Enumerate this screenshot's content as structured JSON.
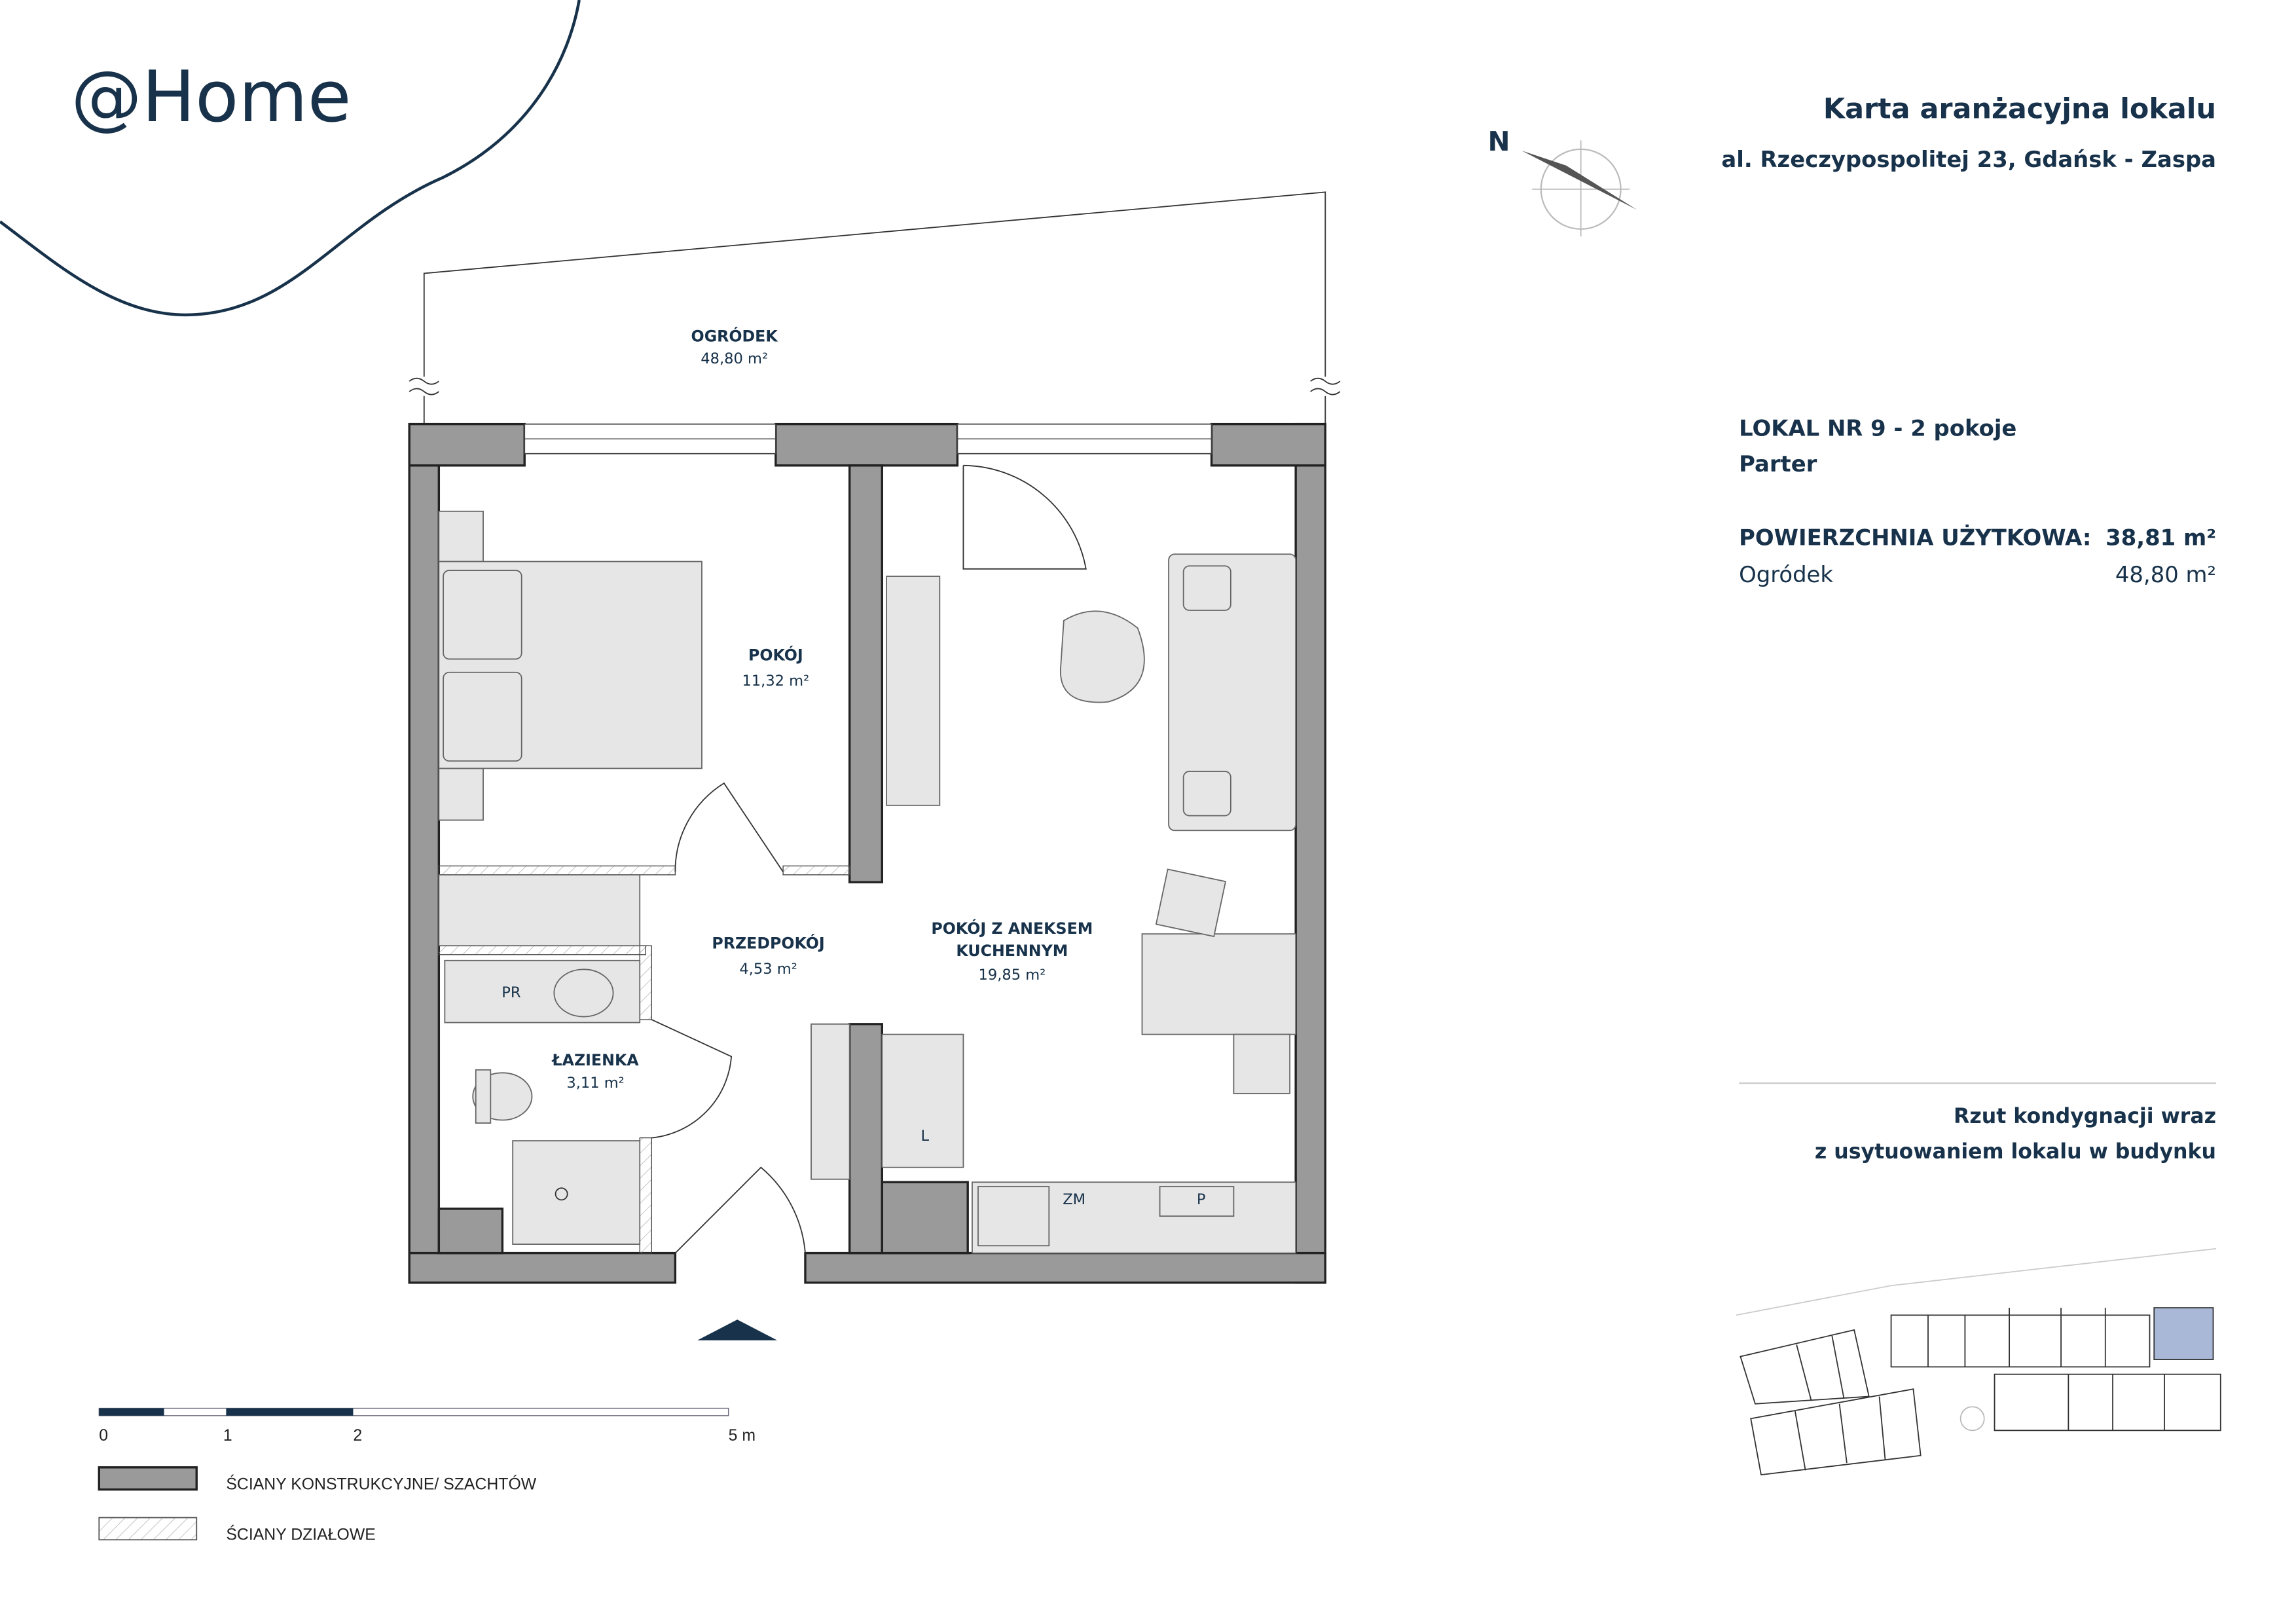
{
  "logo": {
    "text": "@Home"
  },
  "header": {
    "title": "Karta aranżacyjna lokalu",
    "address": "al. Rzeczypospolitej 23, Gdańsk - Zaspa"
  },
  "compass": {
    "label": "N"
  },
  "unit": {
    "name": "LOKAL NR 9 - 2 pokoje",
    "floor": "Parter",
    "usable_area_label": "POWIERZCHNIA UŻYTKOWA:",
    "usable_area_value": "38,81 m²",
    "garden_label": "Ogródek",
    "garden_value": "48,80 m²"
  },
  "building_plan": {
    "caption_line1": "Rzut kondygnacji wraz",
    "caption_line2": "z usytuowaniem lokalu w budynku",
    "highlight_color": "#a9b8d6"
  },
  "rooms": [
    {
      "name": "OGRÓDEK",
      "area": "48,80 m²"
    },
    {
      "name": "POKÓJ",
      "area": "11,32 m²"
    },
    {
      "name": "PRZEDPOKÓJ",
      "area": "4,53 m²"
    },
    {
      "name": "POKÓJ Z ANEKSEM",
      "name2": "KUCHENNYM",
      "area": "19,85 m²"
    },
    {
      "name": "ŁAZIENKA",
      "area": "3,11 m²"
    }
  ],
  "fixtures": {
    "washing": "PR",
    "fridge": "L",
    "sink": "ZM",
    "stove": "P"
  },
  "scale": {
    "ticks": [
      "0",
      "1",
      "2",
      "5 m"
    ]
  },
  "legend": [
    {
      "label": "ŚCIANY KONSTRUKCYJNE/ SZACHTÓW"
    },
    {
      "label": "ŚCIANY DZIAŁOWE"
    }
  ],
  "colors": {
    "brand": "#17324a",
    "wall": "#9a9a9a"
  }
}
